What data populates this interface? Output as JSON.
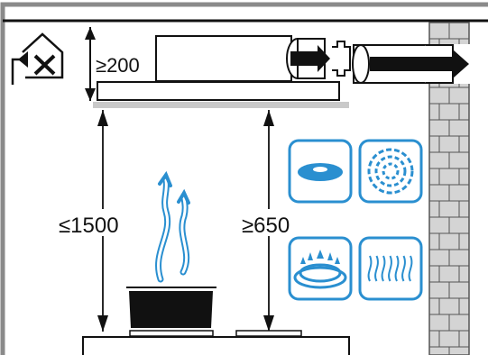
{
  "labels": {
    "clearance_top": "≥200",
    "max_height": "≤1500",
    "min_height": "≥650"
  },
  "icons": {
    "no_recirculation": "house-with-cross-icon",
    "cooktops": [
      "electric-hotplate-icon",
      "induction-coil-icon",
      "gas-burner-icon",
      "radiant-heater-icon"
    ]
  },
  "colors": {
    "accent": "#2a8fd0",
    "outline": "#111111",
    "frame": "#8a8a8a",
    "brick": "#c8c8c8"
  }
}
